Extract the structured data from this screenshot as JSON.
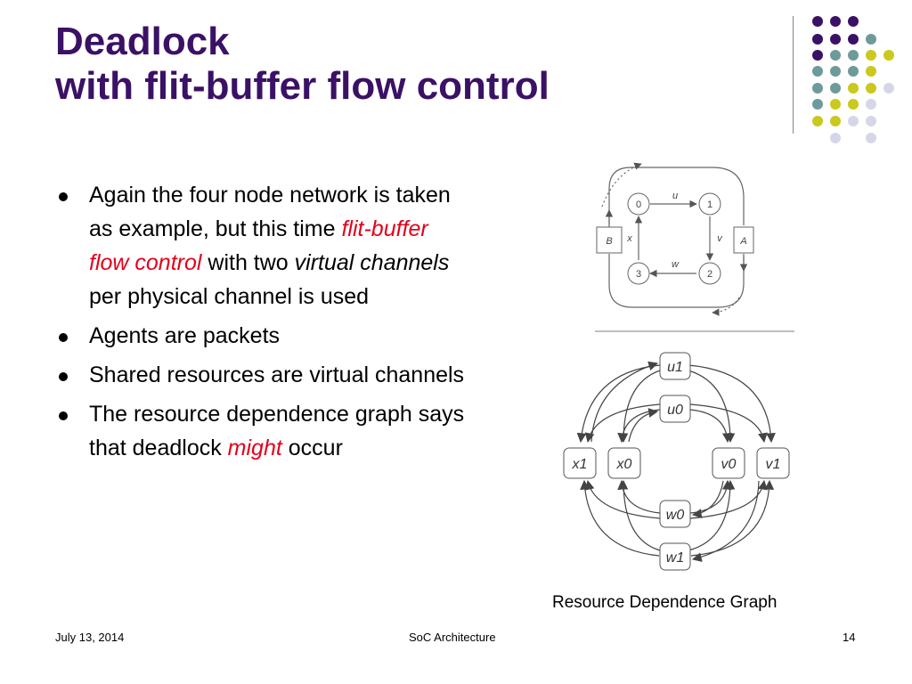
{
  "title": {
    "line1": "Deadlock",
    "line2": "with flit-buffer flow control"
  },
  "bullets": {
    "b1": {
      "p1": "Again the four node network is taken as example, but this time ",
      "em1": "flit-buffer flow control",
      "p2": " with two ",
      "em2": "virtual channels",
      "p3": " per physical channel is used"
    },
    "b2": "Agents are packets",
    "b3": "Shared resources are virtual channels",
    "b4": {
      "p1": "The resource dependence graph says that deadlock ",
      "em1": "might",
      "p2": " occur"
    }
  },
  "network": {
    "nodes": [
      "0",
      "1",
      "2",
      "3"
    ],
    "edges": [
      "u",
      "v",
      "w",
      "x"
    ],
    "agents": [
      "A",
      "B"
    ]
  },
  "graph": {
    "nodes": [
      "u1",
      "u0",
      "x1",
      "x0",
      "v0",
      "v1",
      "w0",
      "w1"
    ]
  },
  "caption": "Resource Dependence Graph",
  "footer": {
    "date": "July 13, 2014",
    "center": "SoC Architecture",
    "page": "14"
  },
  "colors": {
    "title": "#3b1166",
    "emphasis": "#e3001b",
    "dot_purple": "#3b1166",
    "dot_teal": "#6f9a9a",
    "dot_yellow": "#c9c91e",
    "dot_lavender": "#d6d6ea"
  }
}
